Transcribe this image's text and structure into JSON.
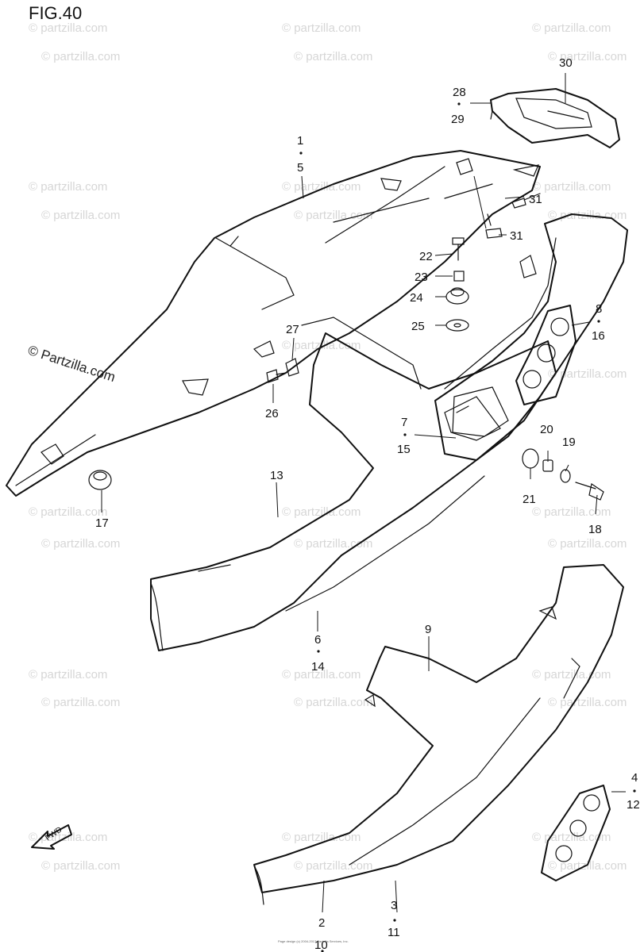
{
  "figure": {
    "title": "FIG.40",
    "fwd_label": "FWD",
    "footer": "Page design (c) 2004-2017 Partzilla Services, Inc."
  },
  "watermarks": {
    "faint": "© partzilla.com",
    "strong": "© Partzilla.com"
  },
  "callouts": [
    "1",
    "5",
    "2",
    "10",
    "3",
    "11",
    "4",
    "12",
    "6",
    "14",
    "7",
    "15",
    "8",
    "16",
    "9",
    "13",
    "17",
    "18",
    "19",
    "20",
    "21",
    "22",
    "23",
    "24",
    "25",
    "26",
    "27",
    "28",
    "29",
    "30",
    "31",
    "31"
  ],
  "colors": {
    "ink": "#111111",
    "watermark": "#d6d6d6",
    "background": "#ffffff"
  }
}
